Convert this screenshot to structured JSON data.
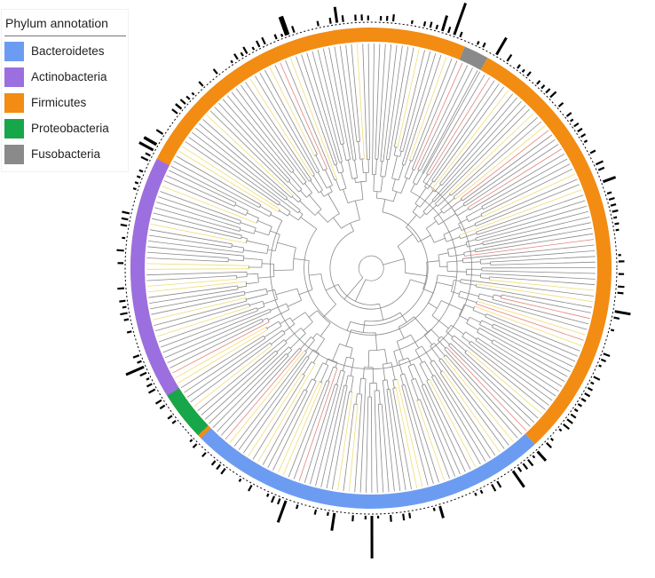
{
  "legend": {
    "title": "Phylum annotation",
    "items": [
      {
        "label": "Bacteroidetes",
        "color": "#6c9cf2"
      },
      {
        "label": "Actinobacteria",
        "color": "#9b6fe0"
      },
      {
        "label": "Firmicutes",
        "color": "#f28c13"
      },
      {
        "label": "Proteobacteria",
        "color": "#18a64a"
      },
      {
        "label": "Fusobacteria",
        "color": "#8a8a8a"
      }
    ]
  },
  "ring": {
    "segments": [
      {
        "phylum": "Firmicutes",
        "start_deg": -151,
        "end_deg": 23,
        "color": "#f28c13"
      },
      {
        "phylum": "Fusobacteria",
        "start_deg": 23,
        "end_deg": 29,
        "color": "#8a8a8a"
      },
      {
        "phylum": "Firmicutes",
        "start_deg": 29,
        "end_deg": 137,
        "color": "#f28c13"
      },
      {
        "phylum": "Bacteroidetes",
        "start_deg": 137,
        "end_deg": 225,
        "color": "#6c9cf2"
      },
      {
        "phylum": "Proteobacteria",
        "start_deg": 226,
        "end_deg": 238,
        "color": "#18a64a"
      },
      {
        "phylum": "Actinobacteria",
        "start_deg": 238,
        "end_deg": 297,
        "color": "#9b6fe0"
      }
    ]
  },
  "branch_colors": {
    "default": "#8a8a8a",
    "highlight_red": "#e8807a",
    "highlight_yellow": "#f0dc74"
  }
}
